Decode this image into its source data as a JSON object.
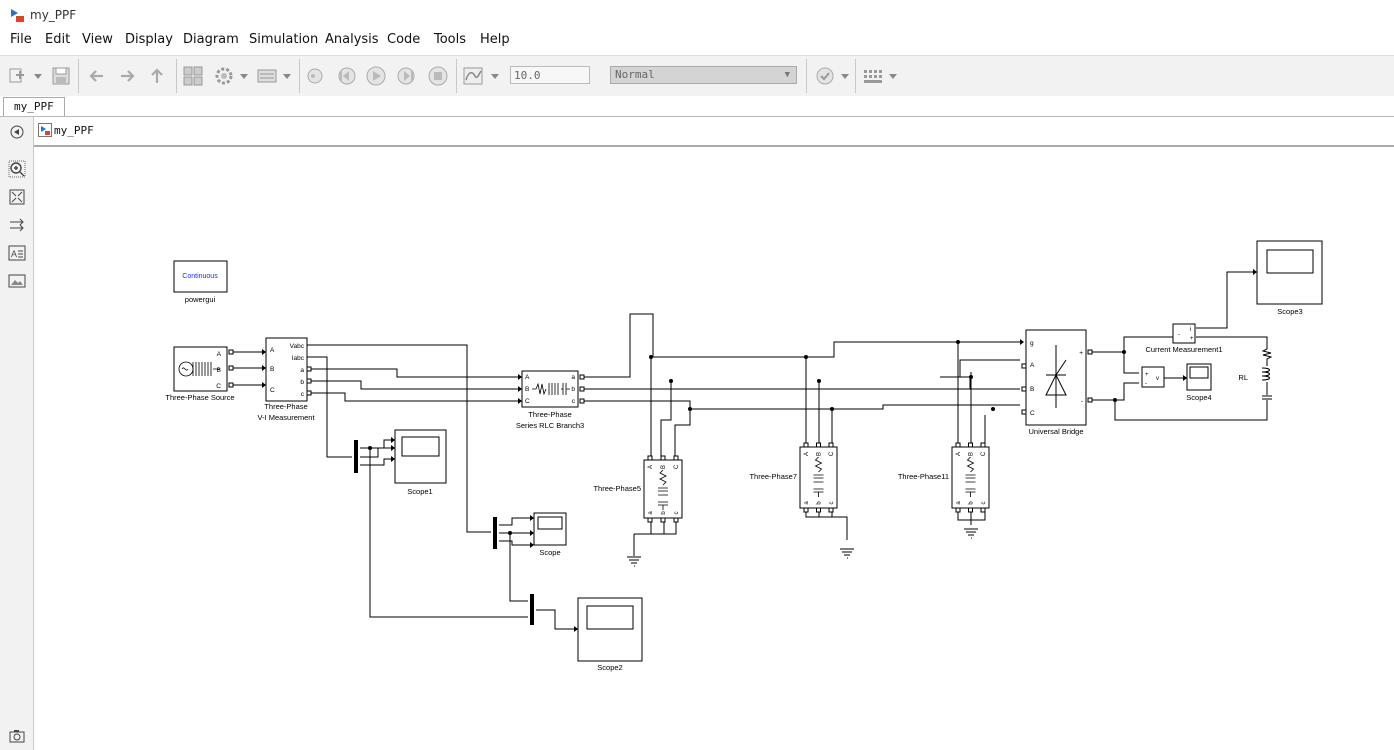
{
  "window": {
    "title": "my_PPF"
  },
  "menu": [
    "File",
    "Edit",
    "View",
    "Display",
    "Diagram",
    "Simulation",
    "Analysis",
    "Code",
    "Tools",
    "Help"
  ],
  "toolbar": {
    "stop_time": "10.0",
    "sim_mode": "Normal"
  },
  "tabs": [
    {
      "label": "my_PPF"
    }
  ],
  "breadcrumb": {
    "model": "my_PPF"
  },
  "blocks": {
    "powergui": {
      "inner": "Continuous",
      "label": "powergui"
    },
    "source": {
      "label": "Three-Phase Source",
      "ports": [
        "A",
        "B",
        "C"
      ]
    },
    "vimeas": {
      "label1": "Three-Phase",
      "label2": "V-I Measurement",
      "in_ports": [
        "A",
        "B",
        "C"
      ],
      "out_ports": [
        "Vabc",
        "Iabc",
        "a",
        "b",
        "c"
      ]
    },
    "rlc": {
      "label1": "Three-Phase",
      "label2": "Series RLC Branch3",
      "in_ports": [
        "A",
        "B",
        "C"
      ],
      "out_ports": [
        "a",
        "b",
        "c"
      ]
    },
    "scope": "Scope",
    "scope1": "Scope1",
    "scope2": "Scope2",
    "scope3": "Scope3",
    "scope4": "Scope4",
    "filter5": "Three-Phase5",
    "filter7": "Three-Phase7",
    "filter11": "Three-Phase11",
    "filter_top_ports": [
      "A",
      "B",
      "C"
    ],
    "filter_bot_ports": [
      "a",
      "b",
      "c"
    ],
    "bridge": {
      "label": "Universal Bridge",
      "ports": [
        "g",
        "A",
        "B",
        "C"
      ],
      "out_pos": "+",
      "out_neg": "-"
    },
    "current_meas": {
      "label": "Current Measurement1",
      "minus": "-",
      "plus": "+",
      "i": "i"
    },
    "voltage_meas": {
      "plus": "+",
      "minus": "-",
      "v": "v"
    },
    "rl": "RL"
  }
}
